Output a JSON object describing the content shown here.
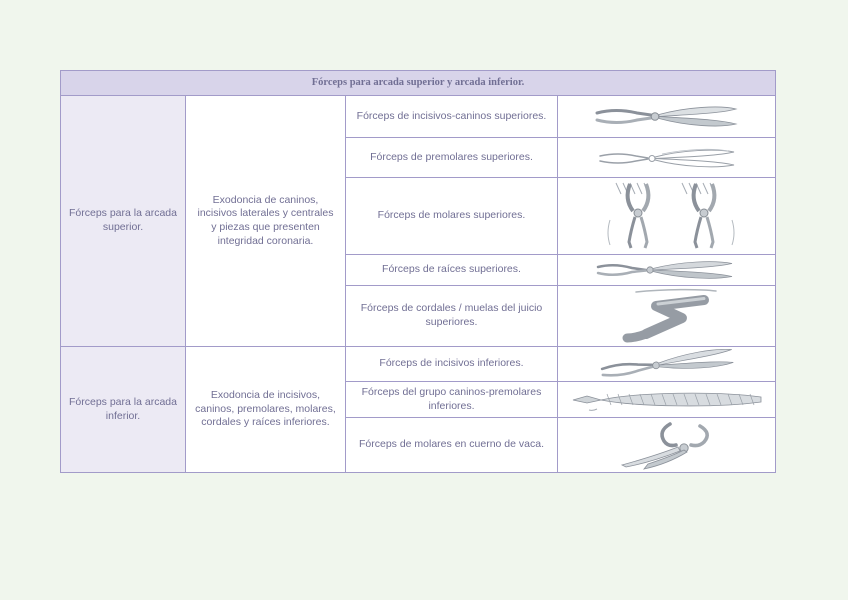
{
  "colors": {
    "page_bg": "#f0f6ed",
    "header_bg": "#d8d4ea",
    "border": "#a29bc9",
    "title_text": "#3f3c6e",
    "cell_text": "#716f94",
    "col1_bg": "#eceaf4"
  },
  "table": {
    "title": "Fórceps para arcada superior y arcada inferior.",
    "sections": [
      {
        "category": "Fórceps para la arcada superior.",
        "description": "Exodoncia de caninos, incisivos laterales y centrales y piezas que presenten integridad coronaria.",
        "rows": [
          {
            "label": "Fórceps de incisivos-caninos superiores.",
            "image": "straight-forceps-image"
          },
          {
            "label": "Fórceps de premolares superiores.",
            "image": "sketch-forceps-image"
          },
          {
            "label": "Fórceps de molares superiores.",
            "image": "paired-vertical-forceps-image"
          },
          {
            "label": "Fórceps de raíces superiores.",
            "image": "root-forceps-image"
          },
          {
            "label": "Fórceps de cordales / muelas del juicio superiores.",
            "image": "bayonet-forceps-image"
          }
        ]
      },
      {
        "category": "Fórceps para la arcada inferior.",
        "description": "Exodoncia de incisivos, caninos, premolares, molares, cordales y raíces inferiores.",
        "rows": [
          {
            "label": "Fórceps de incisivos inferiores.",
            "image": "angled-forceps-image"
          },
          {
            "label": "Fórceps del grupo caninos-premolares inferiores.",
            "image": "serrated-handle-forceps-image"
          },
          {
            "label": "Fórceps de molares en cuerno de vaca.",
            "image": "cow-horn-forceps-image"
          }
        ]
      }
    ]
  }
}
